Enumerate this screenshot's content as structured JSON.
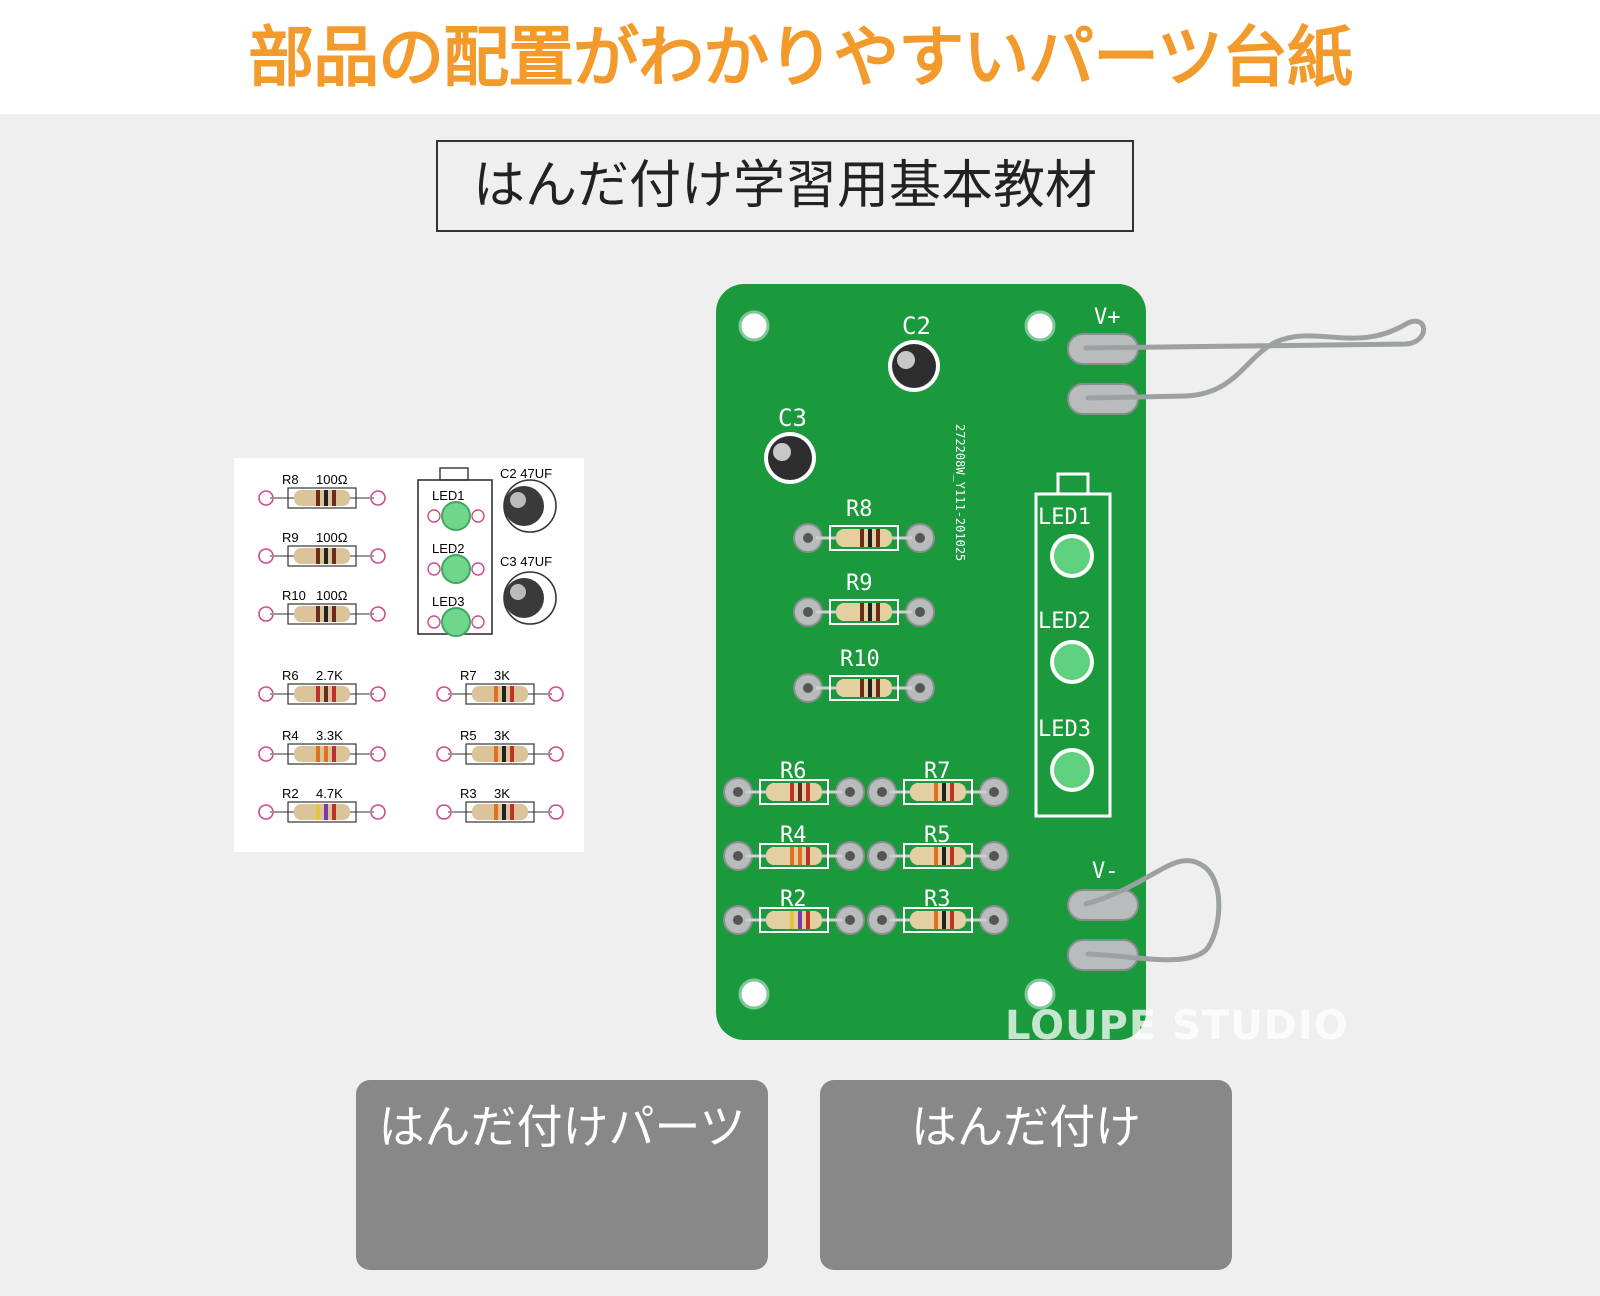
{
  "headline": "部品の配置がわかりやすいパーツ台紙",
  "subtitle": "はんだ付け学習用基本教材",
  "parts_sheet": {
    "labels": {
      "r8": "R8",
      "r8_value": "100Ω",
      "r9": "R9",
      "r9_value": "100Ω",
      "r10": "R10",
      "r10_value": "100Ω",
      "r6": "R6",
      "r6_value": "2.7K",
      "r7": "R7",
      "r7_value": "3K",
      "r4": "R4",
      "r4_value": "3.3K",
      "r5": "R5",
      "r5_value": "3K",
      "r2": "R2",
      "r2_value": "4.7K",
      "r3": "R3",
      "r3_value": "3K",
      "led1": "LED1",
      "led2": "LED2",
      "led3": "LED3",
      "c2": "C2 47UF",
      "c3": "C3 47UF"
    }
  },
  "pcb": {
    "labels": {
      "c2": "C2",
      "c3": "C3",
      "r8": "R8",
      "r9": "R9",
      "r10": "R10",
      "r6": "R6",
      "r7": "R7",
      "r4": "R4",
      "r5": "R5",
      "r2": "R2",
      "r3": "R3",
      "led1": "LED1",
      "led2": "LED2",
      "led3": "LED3",
      "v_plus": "V+",
      "v_minus": "V-",
      "board_code": "272208W_Y111-201025"
    },
    "colors": {
      "board": "#1a9a3c",
      "silk": "#ffffff"
    }
  },
  "captions": {
    "left": "はんだ付けパーツ",
    "right": "はんだ付け"
  },
  "watermark": "LOUPE STUDIO"
}
